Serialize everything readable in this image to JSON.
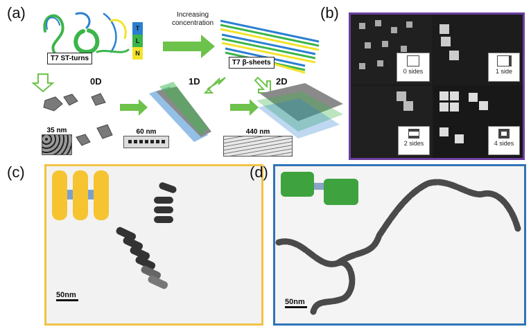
{
  "panels": {
    "a": {
      "label": "(a)",
      "st_turns_label": "T7 ST-turns",
      "beta_sheets_label": "T7 β-sheets",
      "increasing_label_1": "Increasing",
      "increasing_label_2": "concentration",
      "tln_letters": [
        "T",
        "L",
        "N"
      ],
      "tln_colors": [
        "#2a7fd0",
        "#3bb54a",
        "#f2e32a"
      ],
      "dim_0d": "0D",
      "dim_1d": "1D",
      "dim_2d": "2D",
      "scale_35": "35 nm",
      "scale_60": "60 nm",
      "scale_440": "440 nm"
    },
    "b": {
      "label": "(b)",
      "sides": [
        "0 sides",
        "1 side",
        "2 sides",
        "4 sides"
      ],
      "border_color": "#6b3fa0"
    },
    "c": {
      "label": "(c)",
      "scale": "50nm",
      "border_color": "#f2c244"
    },
    "d": {
      "label": "(d)",
      "scale": "50nm",
      "border_color": "#2f73b8"
    }
  }
}
